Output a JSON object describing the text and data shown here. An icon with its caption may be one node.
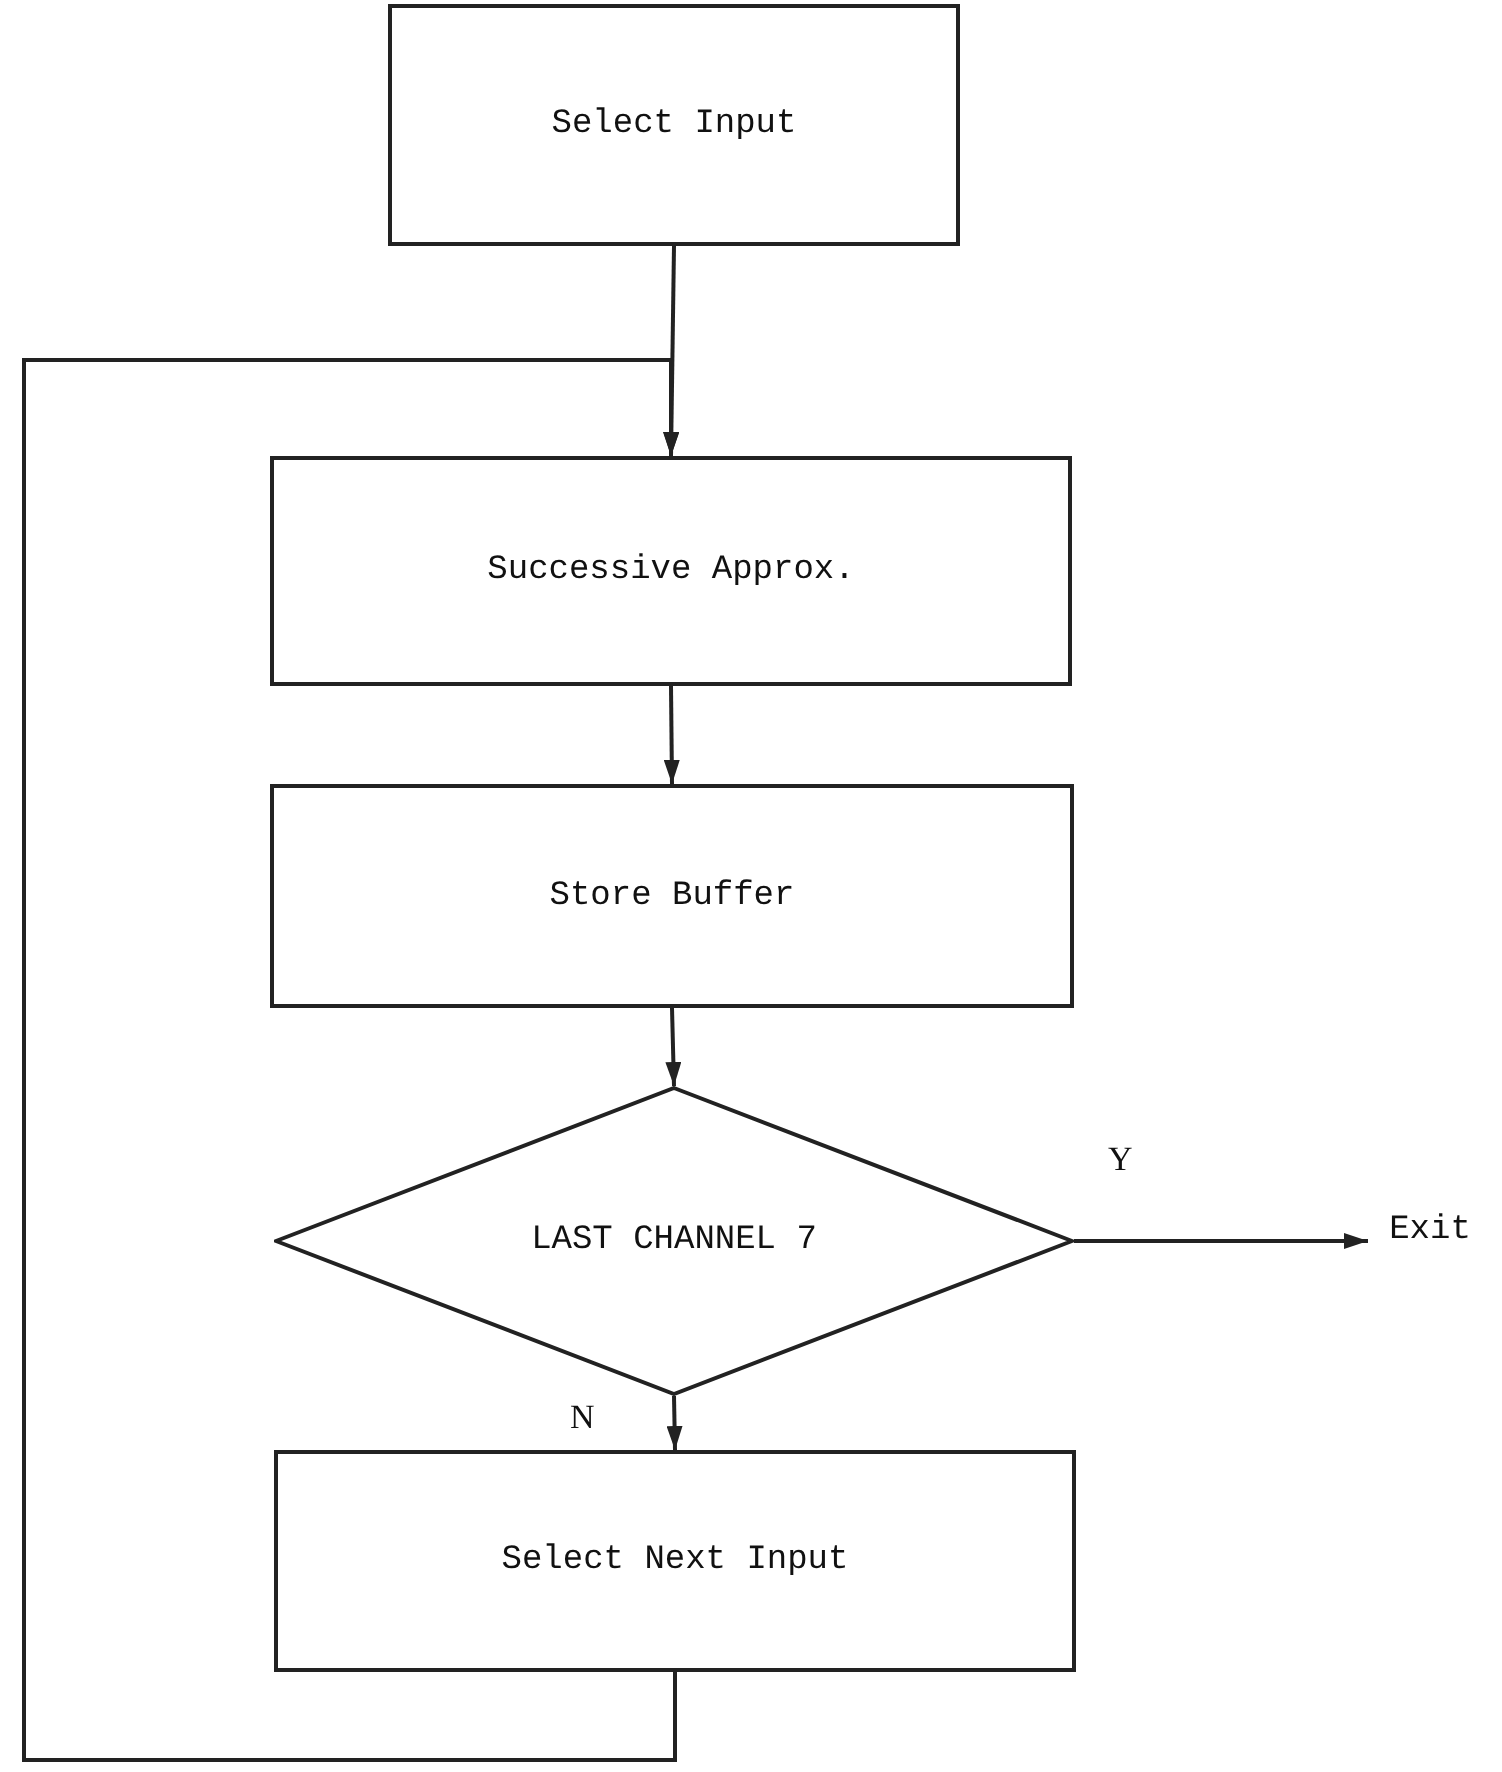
{
  "diagram": {
    "nodes": [
      {
        "text": [
          "Select Input"
        ]
      },
      {
        "text": [
          "Successive Approx."
        ]
      },
      {
        "text": [
          "Store Buffer"
        ]
      },
      {
        "text": [
          "LAST CHANNEL 7"
        ]
      },
      {
        "text": [
          "Select Next Input"
        ]
      },
      {
        "text": [
          "Exit"
        ]
      }
    ],
    "edges": [
      {
        "from": 0,
        "to": 1,
        "arrow": "to"
      },
      {
        "from": 1,
        "to": 2,
        "arrow": "to"
      },
      {
        "from": 2,
        "to": 3,
        "arrow": "to"
      },
      {
        "from": 3,
        "to": 5,
        "arrow": "to",
        "label": "Y"
      },
      {
        "from": 3,
        "to": 4,
        "arrow": "to",
        "label": "N"
      },
      {
        "from": 4,
        "to": 1,
        "arrow": "to"
      }
    ]
  }
}
